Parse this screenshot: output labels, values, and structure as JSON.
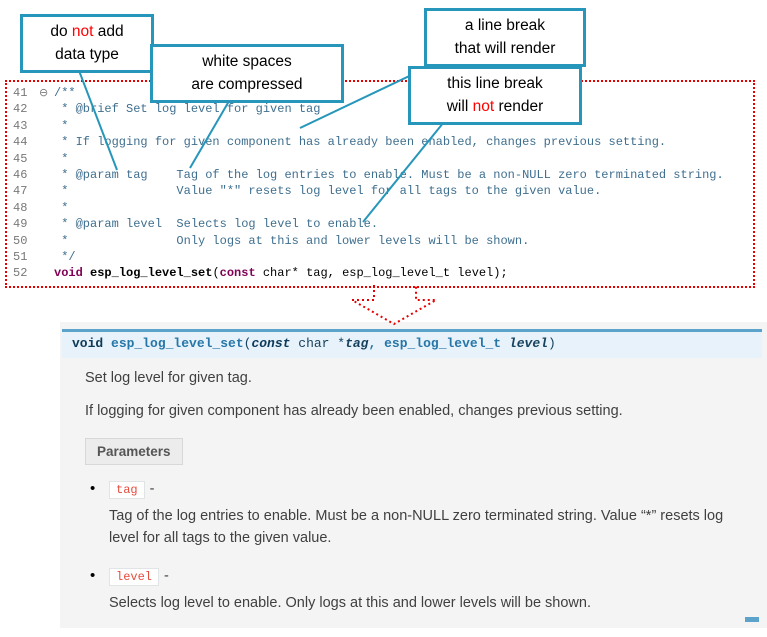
{
  "callouts": {
    "datatype": {
      "l1a": "do ",
      "l1b": "not",
      "l1c": " add",
      "l2": "data type"
    },
    "whitespace": {
      "l1": "white spaces",
      "l2": "are compressed"
    },
    "break_render": {
      "l1": "a line break",
      "l2": "that will render"
    },
    "break_norender": {
      "l1": "this line break",
      "l2a": "will ",
      "l2b": "not",
      "l2c": " render"
    }
  },
  "code": {
    "lines": [
      {
        "num": "41",
        "fold": "⊖",
        "text": "/**"
      },
      {
        "num": "42",
        "text": " * @brief Set log level for given tag"
      },
      {
        "num": "43",
        "text": " *"
      },
      {
        "num": "44",
        "text": " * If logging for given component has already been enabled, changes previous setting."
      },
      {
        "num": "45",
        "text": " *"
      },
      {
        "num": "46",
        "text": " * @param tag    Tag of the log entries to enable. Must be a non-NULL zero terminated string."
      },
      {
        "num": "47",
        "text": " *               Value \"*\" resets log level for all tags to the given value."
      },
      {
        "num": "48",
        "text": " *"
      },
      {
        "num": "49",
        "text": " * @param level  Selects log level to enable."
      },
      {
        "num": "50",
        "text": " *               Only logs at this and lower levels will be shown."
      },
      {
        "num": "51",
        "text": " */"
      }
    ],
    "line52": {
      "num": "52",
      "kw1": "void",
      "sp1": " ",
      "fn": "esp_log_level_set",
      "p1": "(",
      "kw2": "const",
      "rest": " char* tag, esp_log_level_t level);"
    }
  },
  "docs": {
    "signature": {
      "ret": "void ",
      "name": "esp_log_level_set",
      "p_open": "(",
      "kw_const": "const",
      "rest1": " char *",
      "arg1": "tag",
      "rest2": ", esp_log_level_t ",
      "arg2": "level",
      "p_close": ")"
    },
    "brief": "Set log level for given tag.",
    "description": "If logging for given component has already been enabled, changes previous setting.",
    "parameters_label": "Parameters",
    "bullet_glyph": "•",
    "params": [
      {
        "name": "tag",
        "dash": "-",
        "desc": "Tag of the log entries to enable. Must be a non-NULL zero terminated string. Value “*” resets log level for all tags to the given value."
      },
      {
        "name": "level",
        "dash": "-",
        "desc": "Selects log level to enable. Only logs at this and lower levels will be shown."
      }
    ]
  },
  "colors": {
    "callout_border": "#2696ba",
    "code_border": "#e80000",
    "signature_accent": "#5ba3cb",
    "param_code_text": "#e74c3c"
  }
}
